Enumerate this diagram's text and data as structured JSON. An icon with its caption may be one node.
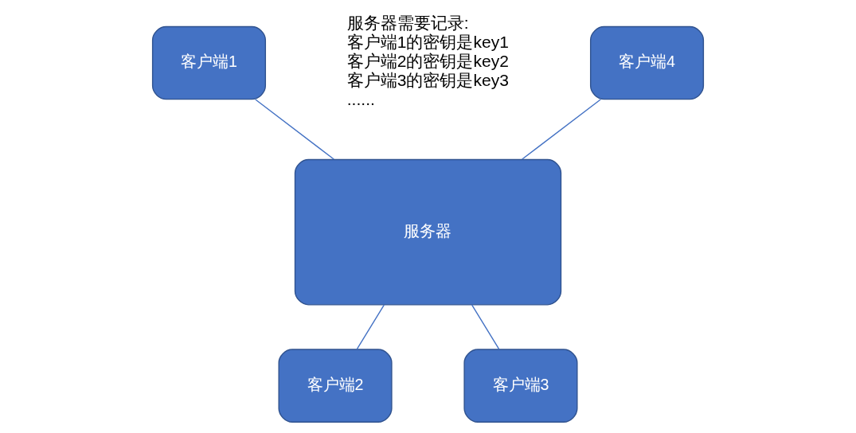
{
  "diagram": {
    "nodes": [
      {
        "text": [
          "客户端1"
        ]
      },
      {
        "text": [
          "客户端4"
        ]
      },
      {
        "text": [
          "服务器"
        ],
        "beside": [
          "服务器需要记录:",
          "客户端1的密钥是key1",
          "客户端2的密钥是key2",
          "客户端3的密钥是key3",
          "......"
        ]
      },
      {
        "text": [
          "客户端2"
        ]
      },
      {
        "text": [
          "客户端3"
        ]
      }
    ],
    "edges": [
      {
        "from": 0,
        "to": 2,
        "arrow": "none"
      },
      {
        "from": 1,
        "to": 2,
        "arrow": "none"
      },
      {
        "from": 2,
        "to": 3,
        "arrow": "none"
      },
      {
        "from": 2,
        "to": 4,
        "arrow": "none"
      }
    ]
  }
}
